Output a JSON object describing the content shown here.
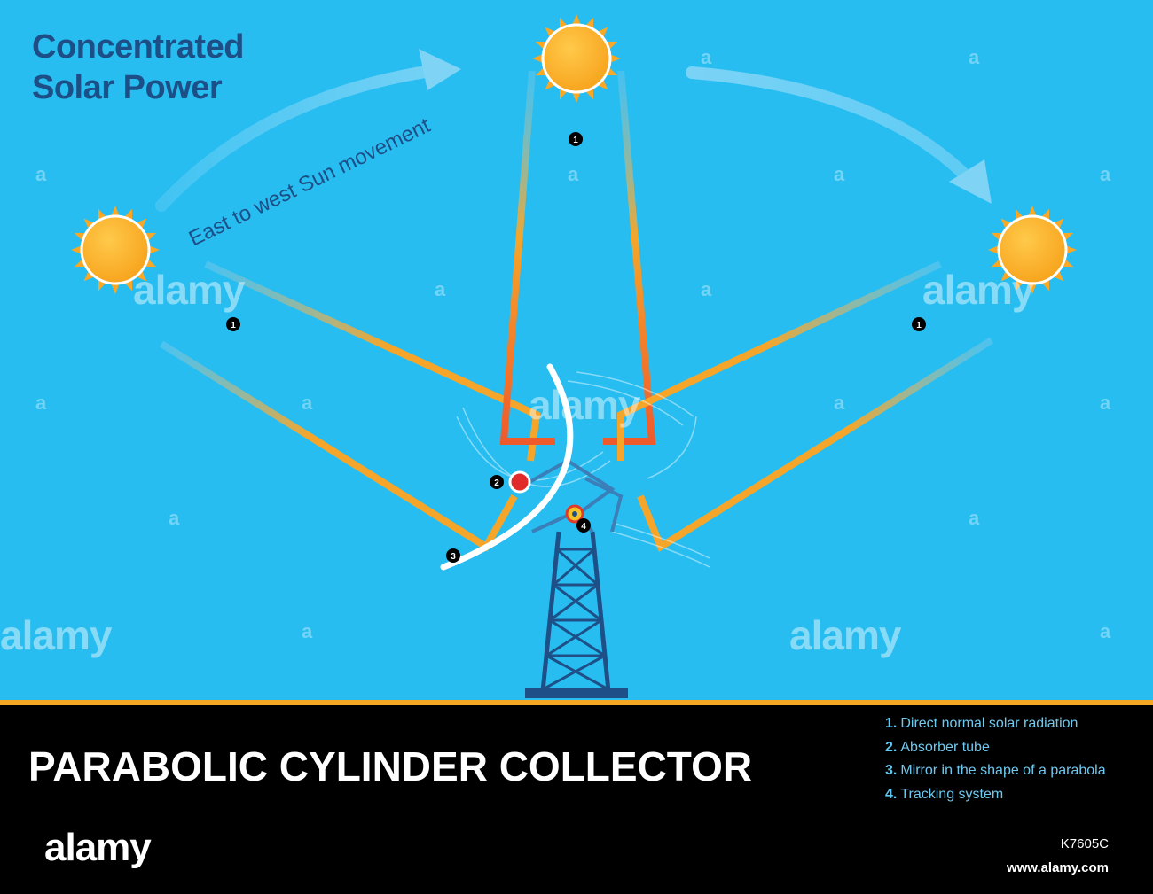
{
  "title_lines": [
    "Concentrated",
    "Solar Power"
  ],
  "arc_label": "East to west Sun movement",
  "footer_title": "PARABOLIC CYLINDER COLLECTOR",
  "markers": {
    "m1": "1",
    "m2": "2",
    "m3": "3",
    "m4": "4"
  },
  "legend": [
    {
      "num": "1.",
      "label": "Direct normal solar radiation"
    },
    {
      "num": "2.",
      "label": "Absorber tube"
    },
    {
      "num": "3.",
      "label": "Mirror in the shape of a parabola"
    },
    {
      "num": "4.",
      "label": "Tracking system"
    }
  ],
  "watermark": {
    "brand": "alamy",
    "letter": "a"
  },
  "image_id": "K7605C",
  "stock_url": "www.alamy.com",
  "colors": {
    "sky": "#27bdf1",
    "title": "#1d4f86",
    "sun": "#f9a825",
    "beam": "#f5a62a",
    "beam_hot": "#ef5a2c",
    "tower": "#1e4f86",
    "footer": "#000000",
    "stripe": "#f5a623",
    "legend": "#6fc9ef"
  }
}
